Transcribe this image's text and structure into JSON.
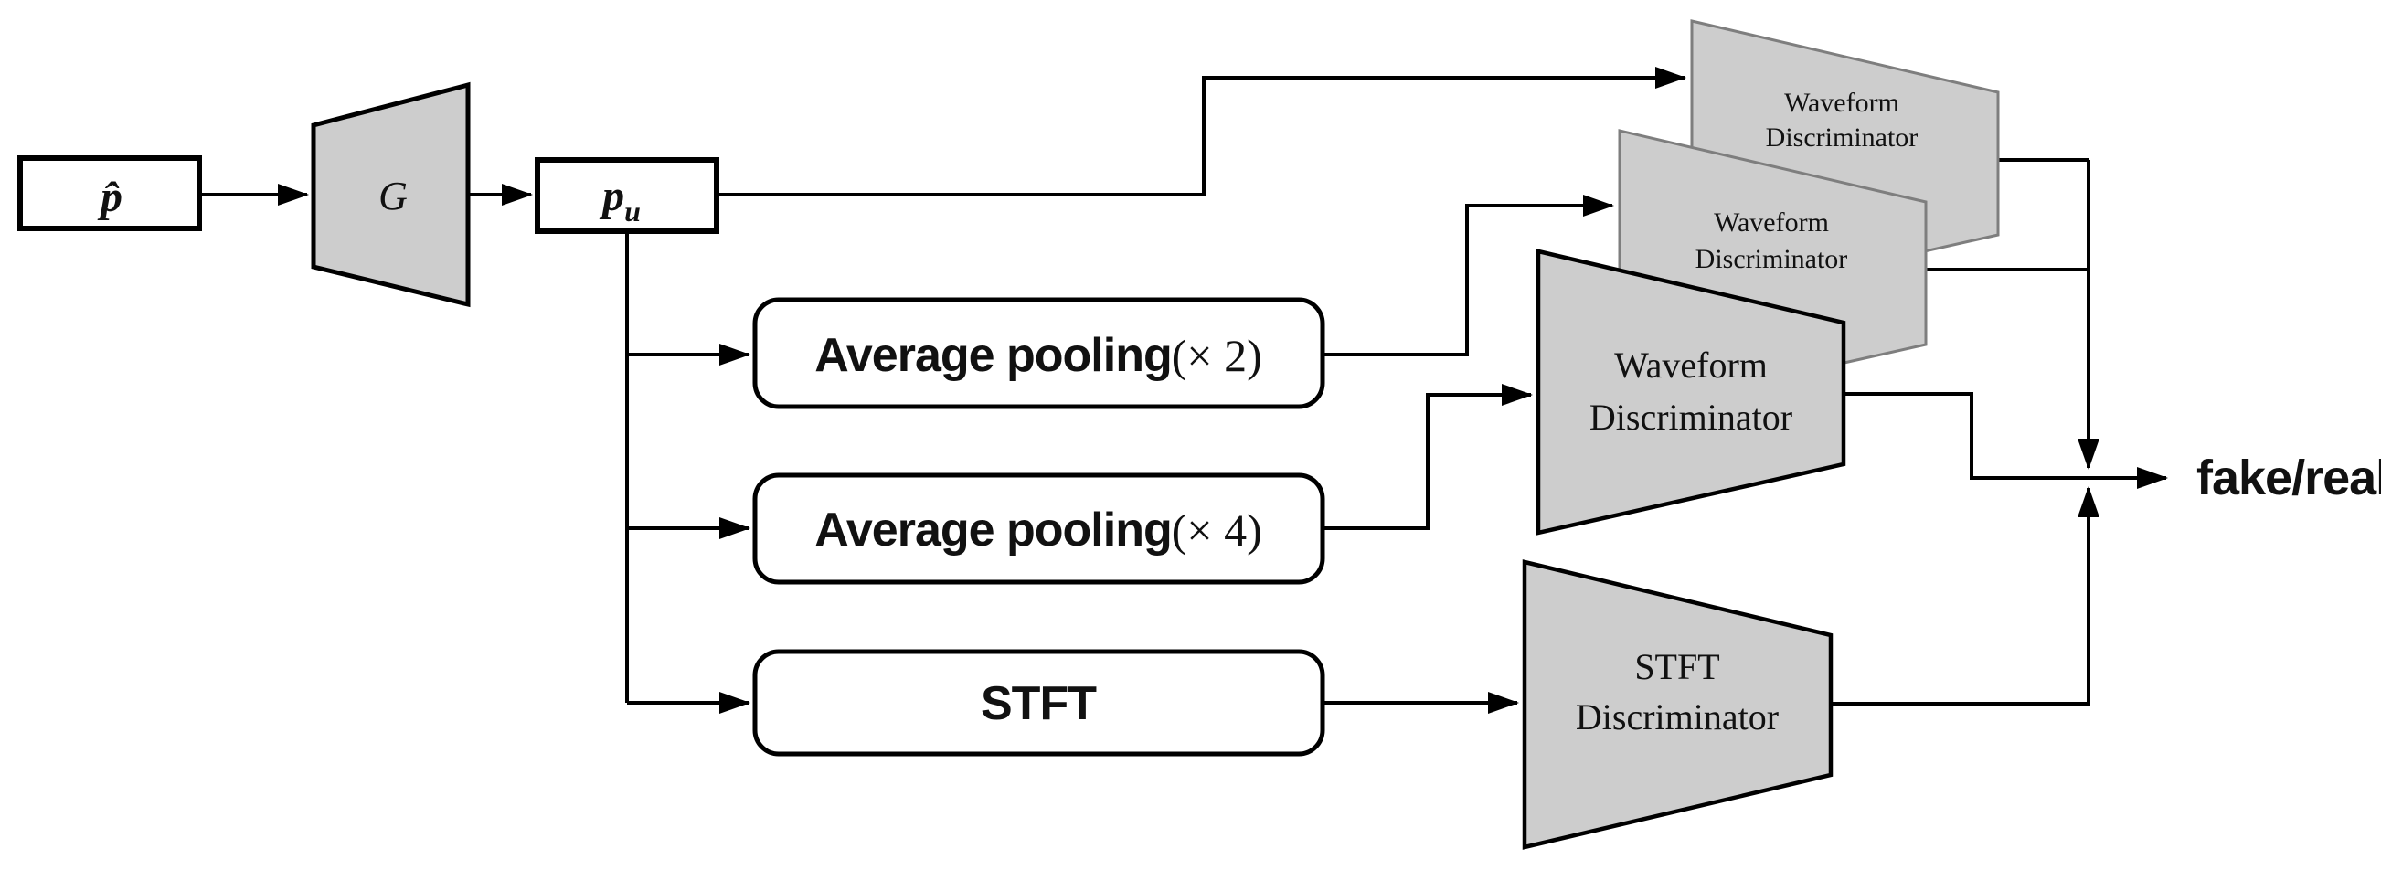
{
  "diagram": {
    "colors": {
      "node_fill": "#cdcdcd",
      "node_stroke_gray": "#7e7e7e",
      "line": "#000000"
    },
    "nodes": {
      "p_hat": {
        "label": "p̂"
      },
      "generator": {
        "label": "G"
      },
      "p_u": {
        "base": "p",
        "sub": "u"
      },
      "pool2": {
        "prefix": "Average pooling",
        "suffix": "(× 2)"
      },
      "pool4": {
        "prefix": "Average pooling",
        "suffix": "(× 4)"
      },
      "stft_box": {
        "label": "STFT"
      },
      "waveform_discriminator": {
        "line1": "Waveform",
        "line2": "Discriminator"
      },
      "stft_discriminator": {
        "line1": "STFT",
        "line2": "Discriminator"
      },
      "output": {
        "label": "fake/real"
      }
    }
  }
}
